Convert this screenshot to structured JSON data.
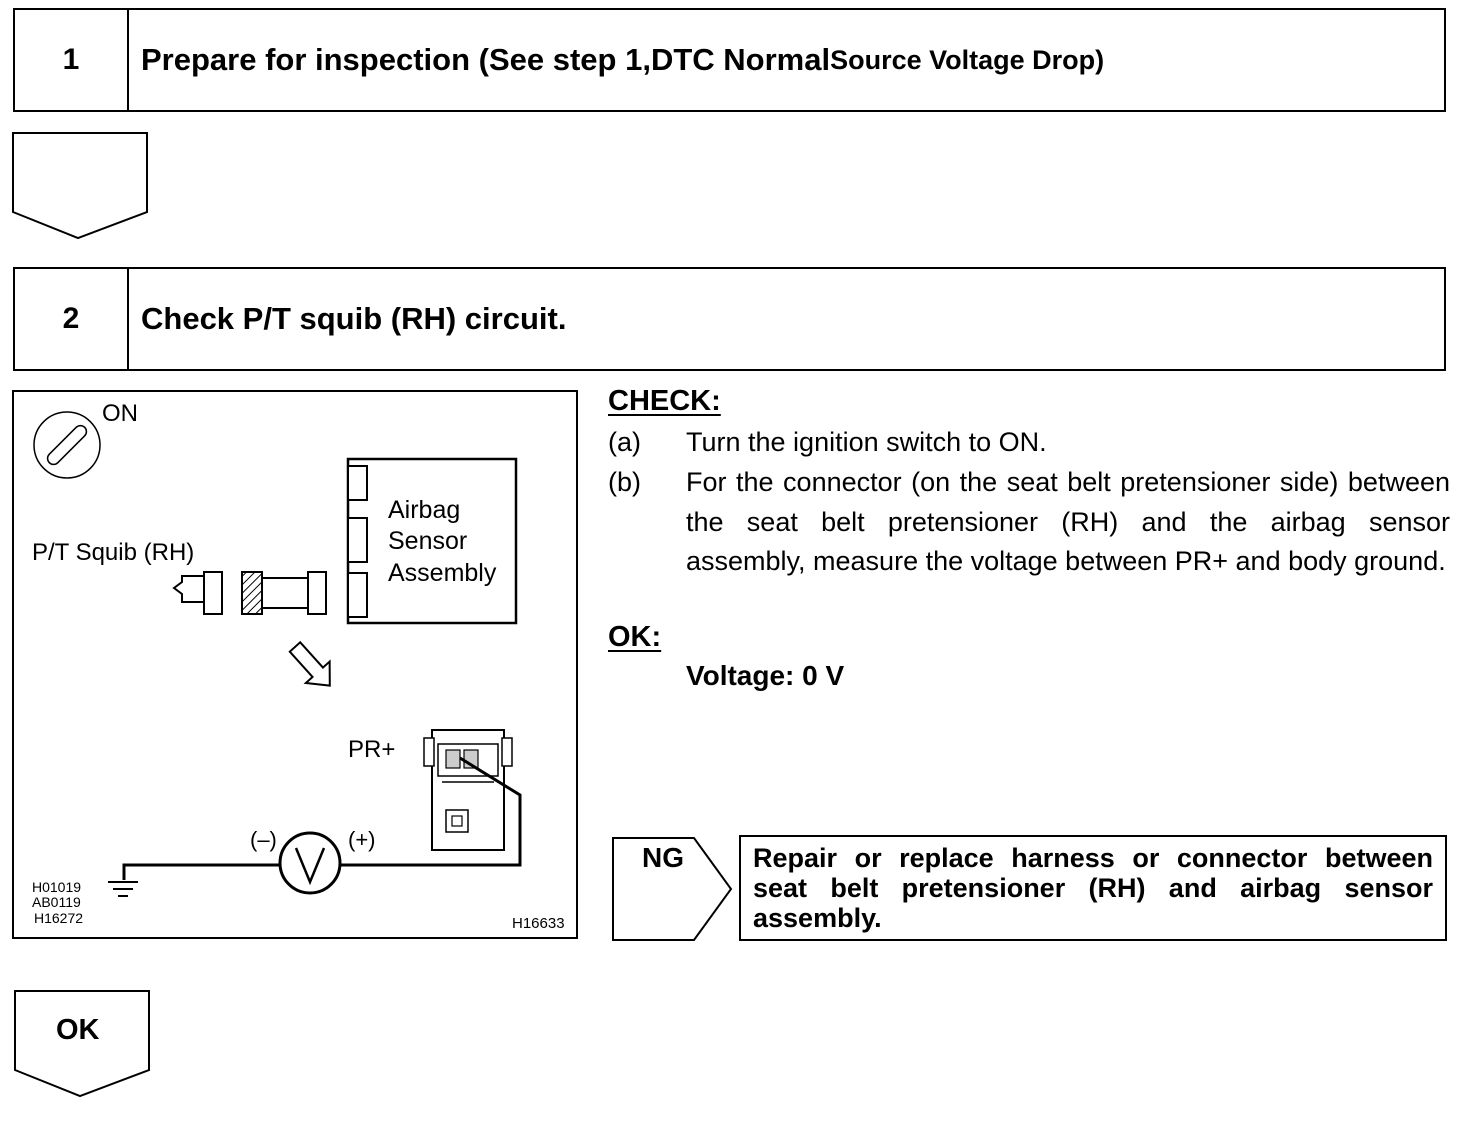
{
  "steps": [
    {
      "number": "1",
      "title_main": "Prepare for inspection (See step 1,DTC Normal",
      "title_small": " Source Voltage Drop)"
    },
    {
      "number": "2",
      "title_main": "Check P/T squib (RH) circuit.",
      "title_small": ""
    }
  ],
  "diagram": {
    "ignition_label": "ON",
    "squib_label": "P/T Squib (RH)",
    "sensor_label_1": "Airbag",
    "sensor_label_2": "Sensor",
    "sensor_label_3": "Assembly",
    "terminal_label": "PR+",
    "meter_neg": "(–)",
    "meter_pos": "(+)",
    "code_1": "H01019",
    "code_2": "AB0119",
    "code_3": "H16272",
    "figure_code": "H16633"
  },
  "check": {
    "heading": "CHECK:",
    "items": [
      {
        "label": "(a)",
        "text": "Turn the ignition switch to ON."
      },
      {
        "label": "(b)",
        "text": "For the connector (on the seat belt pretensioner side) between the seat belt pretensioner (RH) and the airbag sensor assembly, measure the voltage between PR+ and body ground."
      }
    ],
    "ok_heading": "OK:",
    "ok_value": "Voltage: 0 V"
  },
  "ng": {
    "label": "NG",
    "result": "Repair or replace harness or connector between seat belt pretensioner (RH) and airbag sensor assembly."
  },
  "ok_arrow": {
    "label": "OK"
  }
}
